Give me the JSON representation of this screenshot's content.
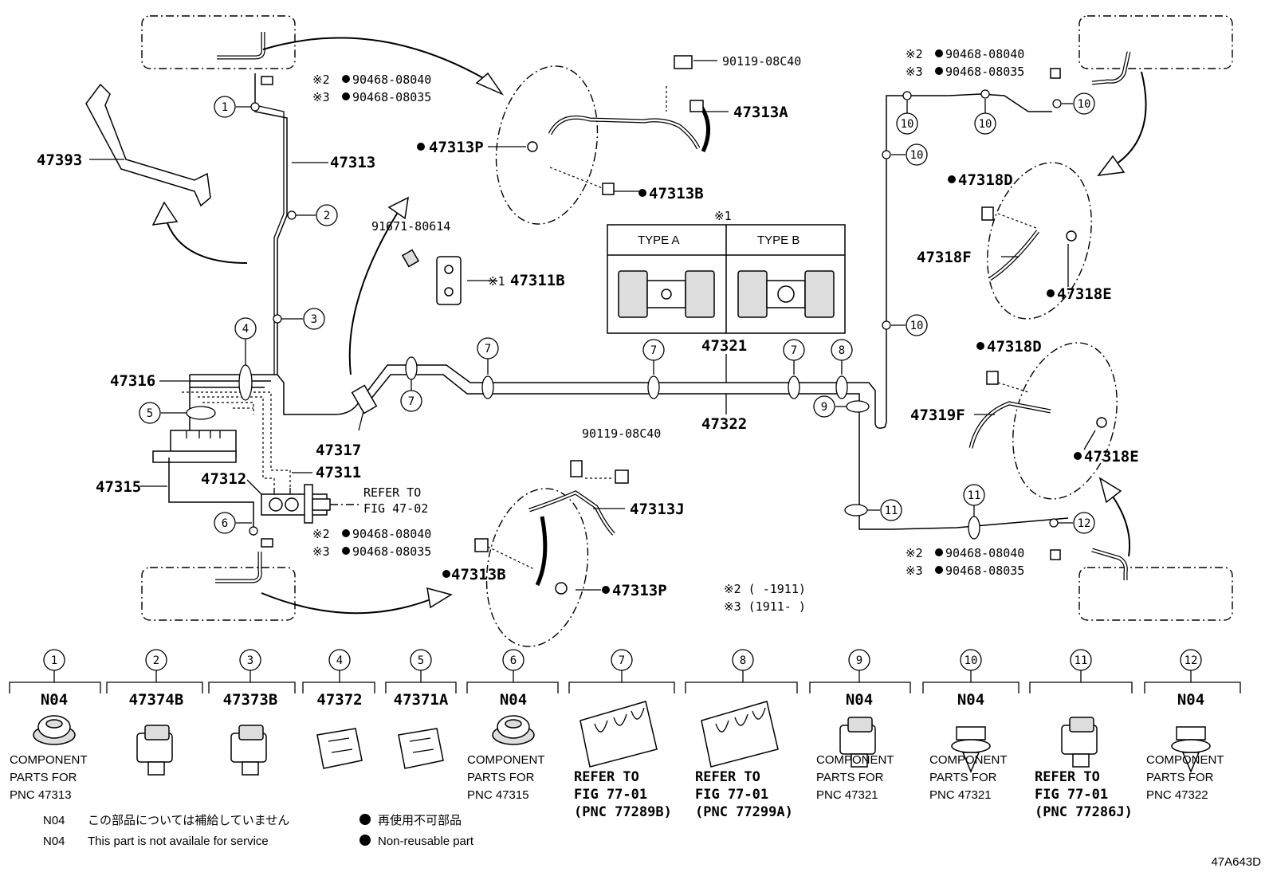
{
  "figure_code": "47A643D",
  "labels": {
    "p47393": "47393",
    "p47313": "47313",
    "p47316": "47316",
    "p47315": "47315",
    "p47312": "47312",
    "p47311": "47311",
    "p47317": "47317",
    "p47321": "47321",
    "p47322": "47322",
    "p47311b": "47311B",
    "p91671": "91671-80614",
    "p90119_top": "90119-08C40",
    "p47313a": "47313A",
    "p47313p_top": "47313P",
    "p47313b_top": "47313B",
    "p90119_bot": "90119-08C40",
    "p47313j": "47313J",
    "p47313b_bot": "47313B",
    "p47313p_bot": "47313P",
    "p47318d_a": "47318D",
    "p47318f": "47318F",
    "p47318e_a": "47318E",
    "p47318d_b": "47318D",
    "p47319f": "47319F",
    "p47318e_b": "47318E",
    "refer_to": "REFER TO",
    "refer_fig": "FIG 47-02",
    "note1_mark": "※1",
    "note1_prefix": "※1",
    "type_a": "TYPE A",
    "type_b": "TYPE B"
  },
  "clips": {
    "mark2": "※2",
    "mark3": "※3",
    "pn2": "90468-08040",
    "pn3": "90468-08035"
  },
  "notes": {
    "n2": "※2 (     -1911)",
    "n3": "※3 (1911-     )"
  },
  "callouts": [
    "1",
    "2",
    "3",
    "4",
    "5",
    "6",
    "7",
    "8",
    "9",
    "10",
    "11",
    "12"
  ],
  "legend": [
    {
      "num": "1",
      "code": "N04",
      "desc": [
        "COMPONENT",
        "PARTS FOR",
        "PNC 47313"
      ]
    },
    {
      "num": "2",
      "code": "47374B",
      "desc": []
    },
    {
      "num": "3",
      "code": "47373B",
      "desc": []
    },
    {
      "num": "4",
      "code": "47372",
      "desc": []
    },
    {
      "num": "5",
      "code": "47371A",
      "desc": []
    },
    {
      "num": "6",
      "code": "N04",
      "desc": [
        "COMPONENT",
        "PARTS FOR",
        "PNC 47315"
      ]
    },
    {
      "num": "7",
      "code": "",
      "desc": [
        "REFER TO",
        "FIG 77-01",
        "(PNC 77289B)"
      ]
    },
    {
      "num": "8",
      "code": "",
      "desc": [
        "REFER TO",
        "FIG 77-01",
        "(PNC 77299A)"
      ]
    },
    {
      "num": "9",
      "code": "N04",
      "desc": [
        "COMPONENT",
        "PARTS FOR",
        "PNC 47321"
      ]
    },
    {
      "num": "10",
      "code": "N04",
      "desc": [
        "COMPONENT",
        "PARTS FOR",
        "PNC 47321"
      ]
    },
    {
      "num": "11",
      "code": "",
      "desc": [
        "REFER TO",
        "FIG 77-01",
        "(PNC 77286J)"
      ]
    },
    {
      "num": "12",
      "code": "N04",
      "desc": [
        "COMPONENT",
        "PARTS FOR",
        "PNC 47322"
      ]
    }
  ],
  "footer": {
    "n04a": "N04",
    "n04a_text": "この部品については補給していません",
    "n04b": "N04",
    "n04b_text": "This part is not availale for service",
    "bullet_jp": "再使用不可部品",
    "bullet_en": "Non-reusable part"
  }
}
